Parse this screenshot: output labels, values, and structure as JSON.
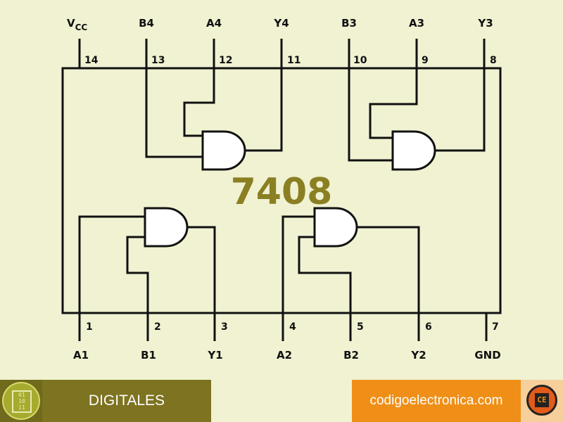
{
  "chip": {
    "title": "7408"
  },
  "pins_top": [
    {
      "name": "VCC",
      "number": "14"
    },
    {
      "name": "B4",
      "number": "13"
    },
    {
      "name": "A4",
      "number": "12"
    },
    {
      "name": "Y4",
      "number": "11"
    },
    {
      "name": "B3",
      "number": "10"
    },
    {
      "name": "A3",
      "number": "9"
    },
    {
      "name": "Y3",
      "number": "8"
    }
  ],
  "pins_bottom": [
    {
      "name": "A1",
      "number": "1"
    },
    {
      "name": "B1",
      "number": "2"
    },
    {
      "name": "Y1",
      "number": "3"
    },
    {
      "name": "A2",
      "number": "4"
    },
    {
      "name": "B2",
      "number": "5"
    },
    {
      "name": "Y2",
      "number": "6"
    },
    {
      "name": "GND",
      "number": "7"
    }
  ],
  "footer": {
    "left_label": "DIGITALES",
    "right_label": "codigoelectronica.com",
    "left_icon": "digital-binary-cube-icon",
    "right_icon": "ce-chip-logo-icon"
  },
  "colors": {
    "background": "#f0f2d2",
    "title": "#8a7f22",
    "left_bar": "#7d7320",
    "right_bar": "#ef8f17"
  }
}
